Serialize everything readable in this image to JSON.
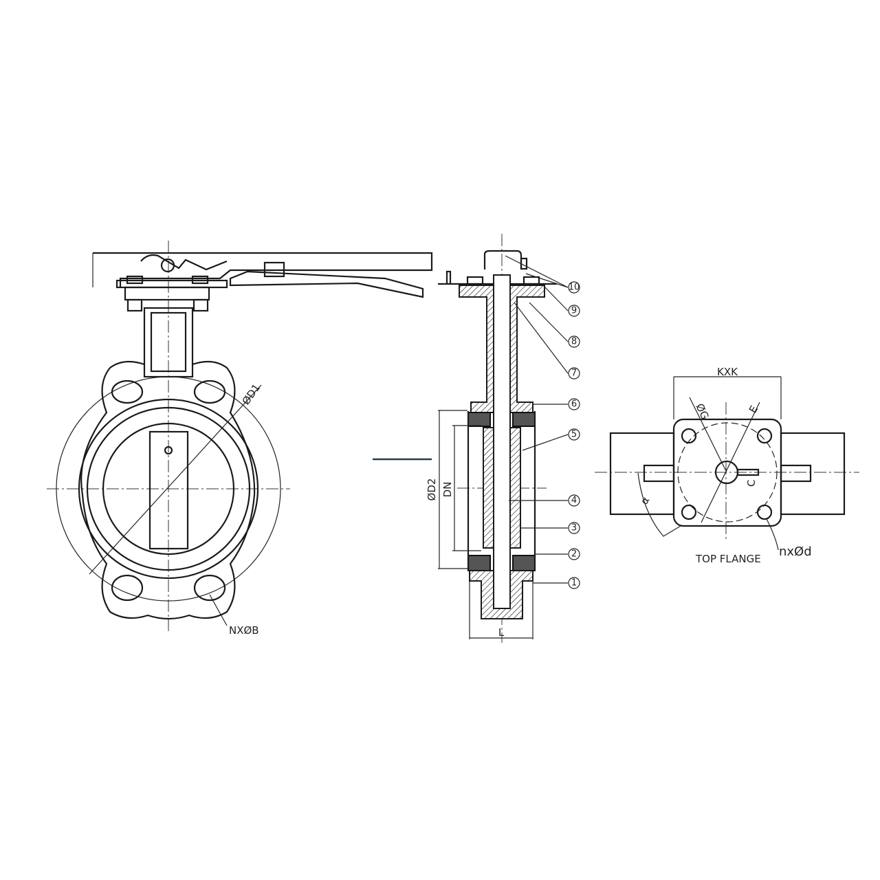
{
  "front_view": {
    "labels": {
      "body_diameter": "ØD1",
      "bolt_holes": "NXØB"
    }
  },
  "section_view": {
    "labels": {
      "seat_diameter": "ØD2",
      "nominal_diameter": "DN",
      "face_length": "L"
    },
    "callouts": [
      "10",
      "9",
      "8",
      "7",
      "6",
      "5",
      "4",
      "3",
      "2",
      "1"
    ]
  },
  "top_flange": {
    "title": "TOP FLANGE",
    "labels": {
      "square": "KXK",
      "pcd": "ØG",
      "flat": "E",
      "key": "C",
      "angle": "α",
      "holes": "nxØd"
    }
  }
}
